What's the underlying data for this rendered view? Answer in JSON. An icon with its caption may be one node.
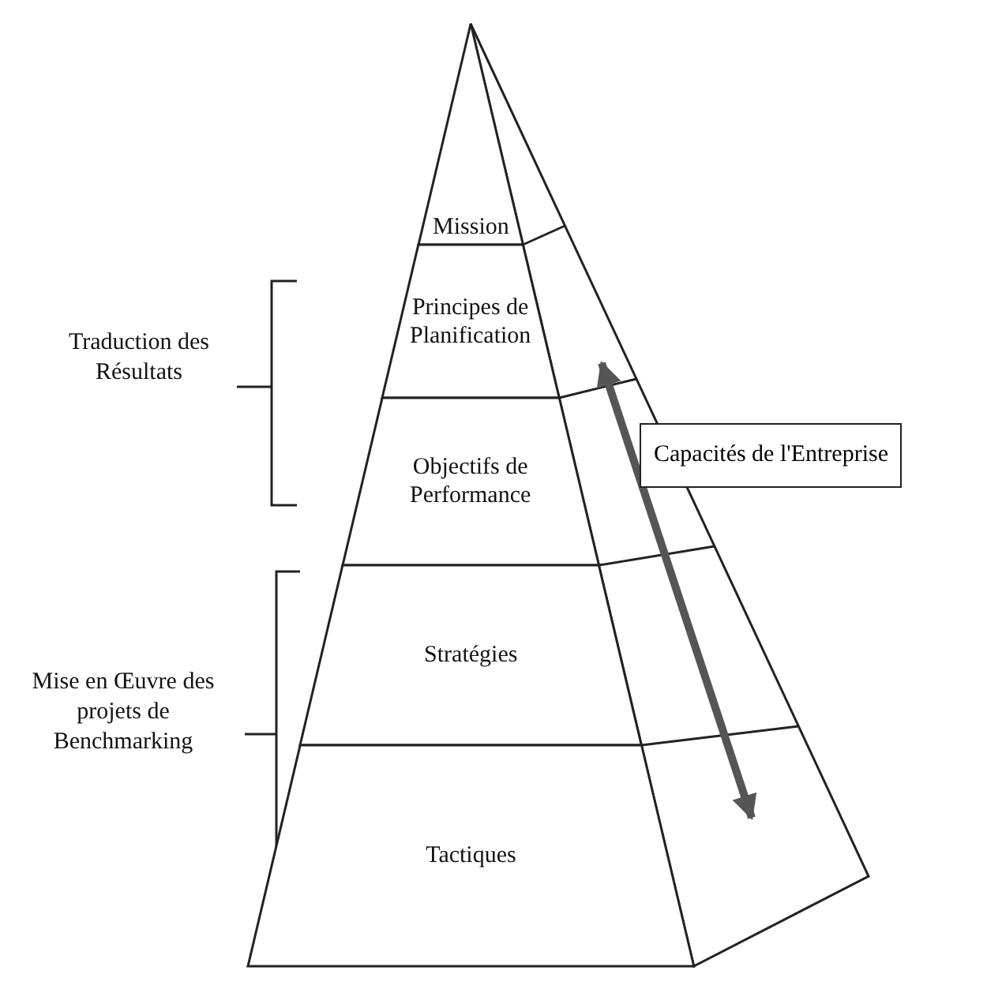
{
  "diagram": {
    "nodes": [
      {
        "text": [
          "Mission"
        ]
      },
      {
        "text": [
          "Principes de Planification"
        ]
      },
      {
        "text": [
          "Objectifs de Performance"
        ]
      },
      {
        "text": [
          "Stratégies"
        ]
      },
      {
        "text": [
          "Tactiques"
        ]
      },
      {
        "text": [
          "Capacités de l'Entreprise"
        ]
      }
    ],
    "edges": [],
    "labels": [
      "Traduction des Résultats",
      "Mise en Œuvre des projets de Benchmarking"
    ]
  }
}
